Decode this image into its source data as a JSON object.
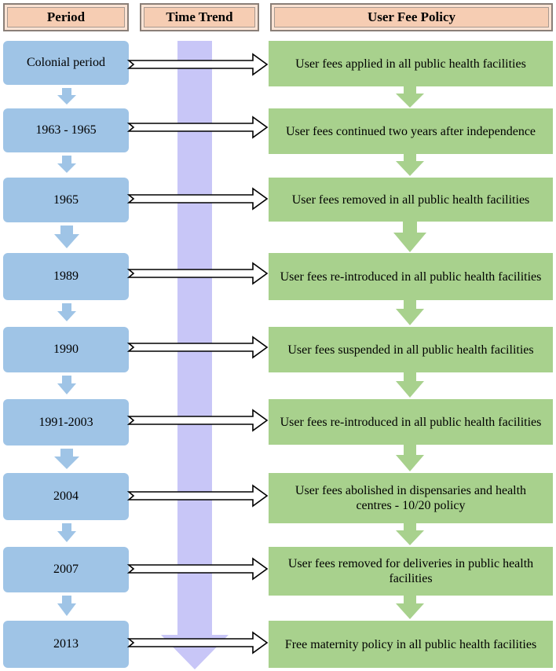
{
  "headers": {
    "period": "Period",
    "trend": "Time Trend",
    "policy": "User Fee Policy"
  },
  "rows": [
    {
      "period": "Colonial period",
      "policy": "User fees applied in all public health facilities"
    },
    {
      "period": "1963 - 1965",
      "policy": "User fees continued two years after independence"
    },
    {
      "period": "1965",
      "policy": "User fees removed in all public health facilities"
    },
    {
      "period": "1989",
      "policy": "User fees re-introduced in all public health facilities"
    },
    {
      "period": "1990",
      "policy": "User fees suspended in all public health facilities"
    },
    {
      "period": "1991-2003",
      "policy": "User fees re-introduced in all public health facilities"
    },
    {
      "period": "2004",
      "policy": "User fees abolished in dispensaries and health centres - 10/20 policy"
    },
    {
      "period": "2007",
      "policy": "User fees removed for deliveries in public health facilities"
    },
    {
      "period": "2013",
      "policy": "Free maternity policy in all public health facilities"
    }
  ],
  "colors": {
    "header_fill": "#f6cdb3",
    "period_fill": "#9fc4e6",
    "policy_fill": "#a8d18d",
    "trend_fill": "#c8c6f7"
  }
}
